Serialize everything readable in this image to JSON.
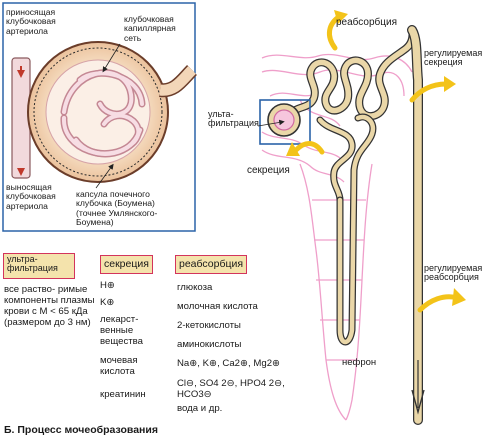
{
  "inset_labels": {
    "afferent": "приносящая\nклубочковая\nартериола",
    "capillary": "клубочковая\nкапиллярная\nсеть",
    "efferent": "выносящая\nклубочковая\nартериола",
    "capsule": "капсула почечного\nклубочка (Боумена)\n(точнее Умлянского-\nБоумена)"
  },
  "nephron_labels": {
    "reabsorption_top": "реабсорбция",
    "regulated_secretion": "регулируемая\nсекреция",
    "ultrafiltration": "ульта-\nфильтрация",
    "secretion": "секреция",
    "regulated_reabsorption": "регулируемая\nреабсорбция",
    "nephron": "нефрон"
  },
  "table": {
    "headers": {
      "ultrafiltration": "ультра-\nфильтрация",
      "secretion": "секреция",
      "reabsorption": "реабсорбция"
    },
    "ultrafiltration_text": "все раство-\nримые\nкомпоненты\nплазмы крови\nс M < 65 кДа\n(размером\nдо 3 нм)",
    "secretion_items": [
      "H⊕",
      "K⊕",
      "лекарст-\nвенные\nвещества",
      "мочевая\nкислота",
      "креатинин"
    ],
    "reabsorption_items": [
      "глюкоза",
      "молочная кислота",
      "2-кетокислоты",
      "аминокислоты",
      "Na⊕, K⊕, Ca2⊕, Mg2⊕",
      "Cl⊖, SO4 2⊖, HPO4 2⊖, HCO3⊖",
      "вода и др."
    ]
  },
  "caption": "Б. Процесс мочеобразования",
  "colors": {
    "tubule": "#ead7a8",
    "tubule_outline": "#333333",
    "capillary_pink": "#ef9fca",
    "arrow_yellow": "#f3c319",
    "inset_border": "#2b63a8",
    "header_fill": "#f4e3ac",
    "header_border": "#d3345c"
  }
}
